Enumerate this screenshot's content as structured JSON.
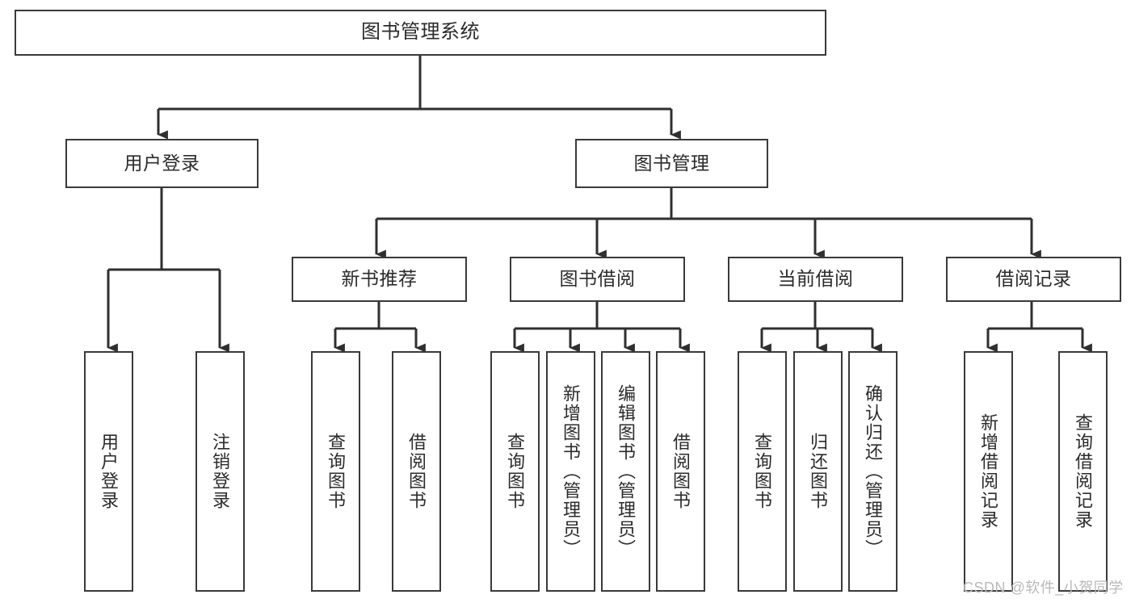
{
  "diagram": {
    "type": "tree",
    "title": "图书管理系统",
    "watermark": "CSDN @软件_小贺同学",
    "colors": {
      "box_border": "#3a3a3a",
      "box_fill": "#ffffff",
      "edge": "#2f2f2f",
      "text": "#2b2b2b",
      "watermark": "#b9b9b9"
    },
    "levels": {
      "root": "图书管理系统",
      "level2": [
        "用户登录",
        "图书管理"
      ],
      "level3": [
        "新书推荐",
        "图书借阅",
        "当前借阅",
        "借阅记录"
      ]
    },
    "nodes": {
      "root": "图书管理系统",
      "user_login": "用户登录",
      "book_manage": "图书管理",
      "new_book_rec": "新书推荐",
      "book_borrow": "图书借阅",
      "current_borrow": "当前借阅",
      "borrow_record": "借阅记录",
      "leaf_user_login": "用户登录",
      "leaf_user_logout": "注销登录",
      "leaf_query_book_1": "查询图书",
      "leaf_borrow_book_1": "借阅图书",
      "leaf_query_book_2": "查询图书",
      "leaf_add_book": "新增图书（管理员）",
      "leaf_edit_book": "编辑图书（管理员）",
      "leaf_borrow_book_2": "借阅图书",
      "leaf_query_book_3": "查询图书",
      "leaf_return_book": "归还图书",
      "leaf_confirm_return": "确认归还（管理员）",
      "leaf_add_record": "新增借阅记录",
      "leaf_query_record": "查询借阅记录"
    },
    "edges": [
      {
        "from": "root",
        "to": "user_login"
      },
      {
        "from": "root",
        "to": "book_manage"
      },
      {
        "from": "user_login",
        "to": "leaf_user_login"
      },
      {
        "from": "user_login",
        "to": "leaf_user_logout"
      },
      {
        "from": "book_manage",
        "to": "new_book_rec"
      },
      {
        "from": "book_manage",
        "to": "book_borrow"
      },
      {
        "from": "book_manage",
        "to": "current_borrow"
      },
      {
        "from": "book_manage",
        "to": "borrow_record"
      },
      {
        "from": "new_book_rec",
        "to": "leaf_query_book_1"
      },
      {
        "from": "new_book_rec",
        "to": "leaf_borrow_book_1"
      },
      {
        "from": "book_borrow",
        "to": "leaf_query_book_2"
      },
      {
        "from": "book_borrow",
        "to": "leaf_add_book"
      },
      {
        "from": "book_borrow",
        "to": "leaf_edit_book"
      },
      {
        "from": "book_borrow",
        "to": "leaf_borrow_book_2"
      },
      {
        "from": "current_borrow",
        "to": "leaf_query_book_3"
      },
      {
        "from": "current_borrow",
        "to": "leaf_return_book"
      },
      {
        "from": "current_borrow",
        "to": "leaf_confirm_return"
      },
      {
        "from": "borrow_record",
        "to": "leaf_add_record"
      },
      {
        "from": "borrow_record",
        "to": "leaf_query_record"
      }
    ]
  }
}
